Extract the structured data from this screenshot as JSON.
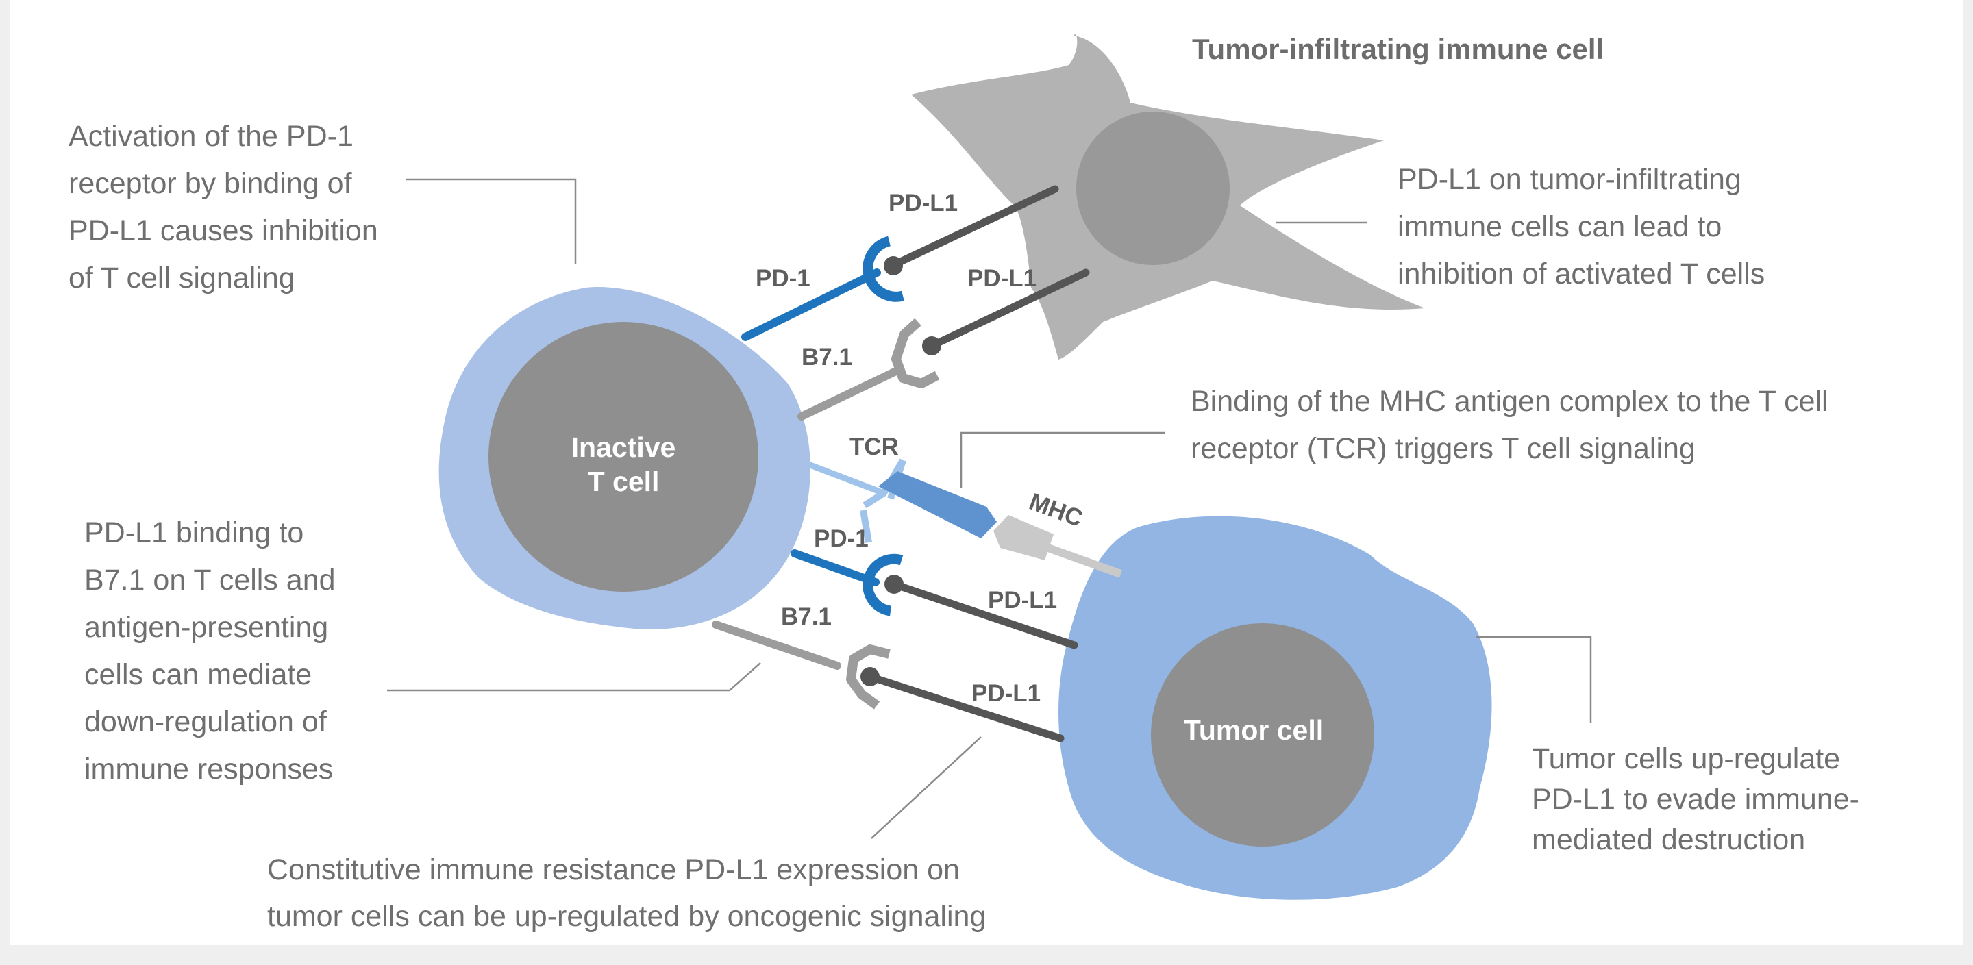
{
  "header": {
    "immune_cell_title": "Tumor-infiltrating immune cell"
  },
  "cells": {
    "t_cell": [
      "Inactive",
      "T cell"
    ],
    "tumor_cell": "Tumor cell"
  },
  "molecules": {
    "pdl1_top_1": "PD-L1",
    "pdl1_top_2": "PD-L1",
    "pd1_top": "PD-1",
    "b71_top": "B7.1",
    "tcr": "TCR",
    "mhc": "MHC",
    "pd1_bottom": "PD-1",
    "b71_bottom": "B7.1",
    "pdl1_bottom_1": "PD-L1",
    "pdl1_bottom_2": "PD-L1"
  },
  "annotations": {
    "pd1_activation": [
      "Activation of the PD-1",
      "receptor by binding of",
      "PD-L1 causes inhibition",
      "of T cell signaling"
    ],
    "pdl1_immune": [
      "PD-L1 on tumor-infiltrating",
      "immune cells can lead to",
      "inhibition of activated T cells"
    ],
    "mhc_binding": [
      "Binding of the MHC antigen complex to the T cell",
      "receptor (TCR) triggers T cell signaling"
    ],
    "b71_binding": [
      "PD-L1 binding to",
      "B7.1 on T cells and",
      "antigen-presenting",
      "cells can mediate",
      "down-regulation of",
      "immune responses"
    ],
    "tumor_upregulate": [
      "Tumor cells up-regulate",
      "PD-L1 to evade immune-",
      "mediated destruction"
    ],
    "constitutive": [
      "Constitutive immune resistance PD-L1 expression on",
      "tumor cells can be up-regulated by oncogenic signaling"
    ]
  },
  "colors": {
    "t_cell_membrane": "#a9c1e6",
    "tumor_membrane": "#92b5e3",
    "nucleus": "#8f8f8f",
    "immune_cell": "#b3b3b3",
    "immune_nucleus": "#999999",
    "pd1_blue": "#1f75bd",
    "pdl1_dark": "#555555",
    "b71_gray": "#9c9c9c",
    "tcr_light_blue": "#9fc3ea",
    "tcr_body": "#5f93d0"
  }
}
